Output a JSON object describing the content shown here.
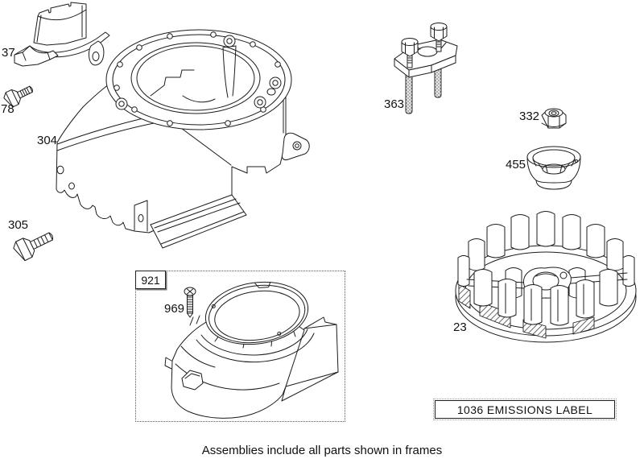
{
  "caption": "Assemblies include all parts shown in frames",
  "emissions_box": {
    "label": "1036 EMISSIONS LABEL"
  },
  "part_labels": {
    "p37": "37",
    "p78": "78",
    "p304": "304",
    "p305": "305",
    "p921": "921",
    "p969": "969",
    "p363": "363",
    "p332": "332",
    "p455": "455",
    "p23": "23"
  }
}
